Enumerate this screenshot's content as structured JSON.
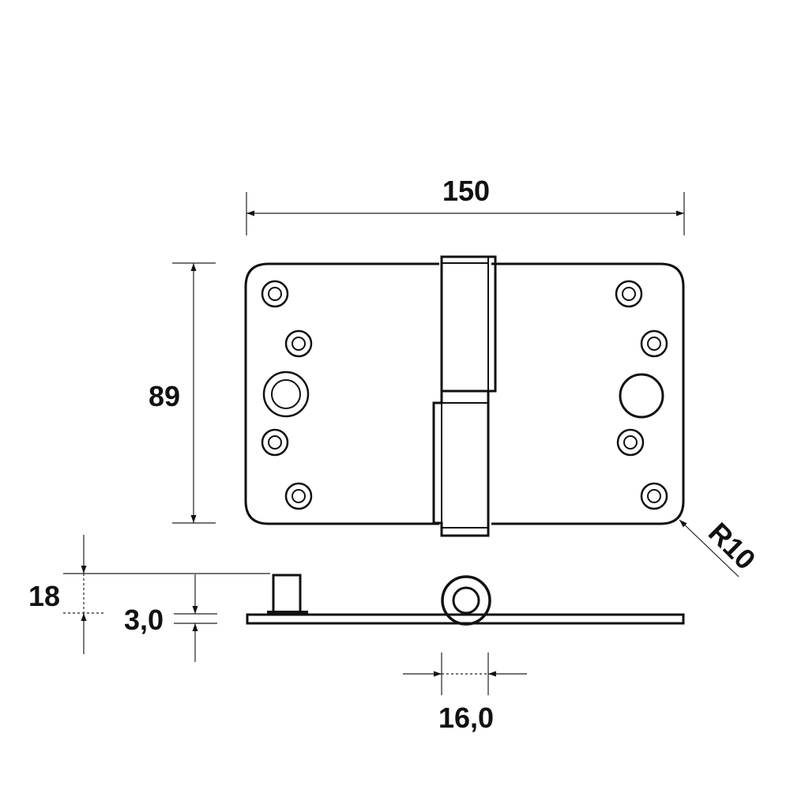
{
  "drawing": {
    "dimensions": {
      "width": "150",
      "height": "89",
      "radius": "R10",
      "total_height": "18",
      "thickness": "3,0",
      "knuckle_diameter": "16,0"
    },
    "colors": {
      "line": "#111111",
      "background": "#ffffff"
    }
  }
}
